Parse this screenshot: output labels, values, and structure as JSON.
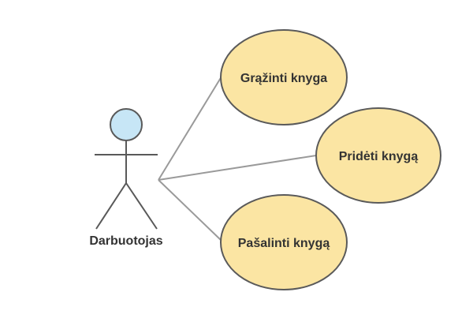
{
  "actor": {
    "label": "Darbuotojas",
    "head_fill": "#c7e6f6",
    "stroke": "#595959"
  },
  "use_cases": [
    {
      "label": "Grąžinti knyga"
    },
    {
      "label": "Pridėti knygą"
    },
    {
      "label": "Pašalinti knygą"
    }
  ],
  "colors": {
    "use_case_fill": "#fbe5a3",
    "use_case_stroke": "#5a5a5a",
    "association_line": "#9a9a9a",
    "text": "#333333"
  }
}
